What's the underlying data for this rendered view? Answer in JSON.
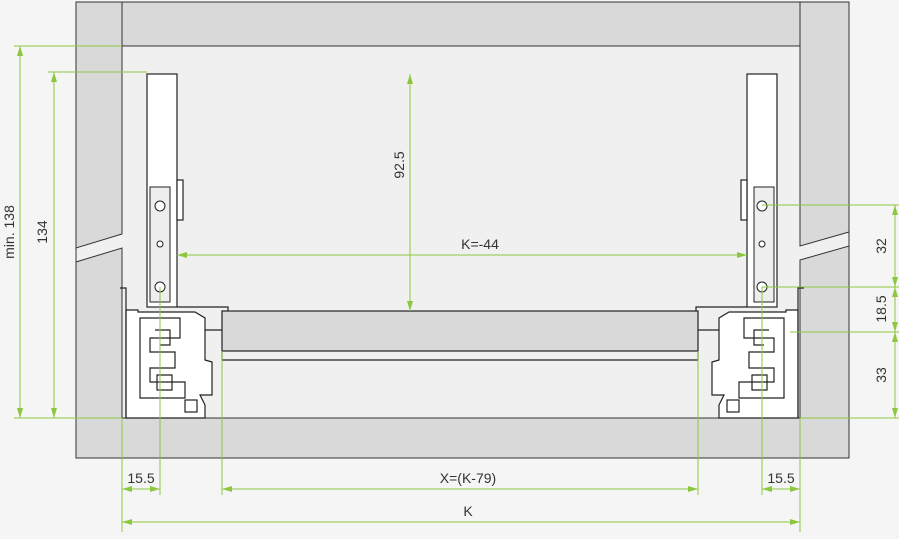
{
  "dimensions": {
    "min_height": "min. 138",
    "height_134": "134",
    "height_92_5": "92.5",
    "inner_width": "K=-44",
    "right_32": "32",
    "right_18_5": "18.5",
    "right_33": "33",
    "left_offset": "15.5",
    "right_offset": "15.5",
    "x_width": "X=(K-79)",
    "k_width": "K"
  },
  "colors": {
    "dimension_line": "#8dc63f",
    "cabinet": "#d9d9d9",
    "outline": "#222222",
    "background": "#f5f5f5"
  }
}
